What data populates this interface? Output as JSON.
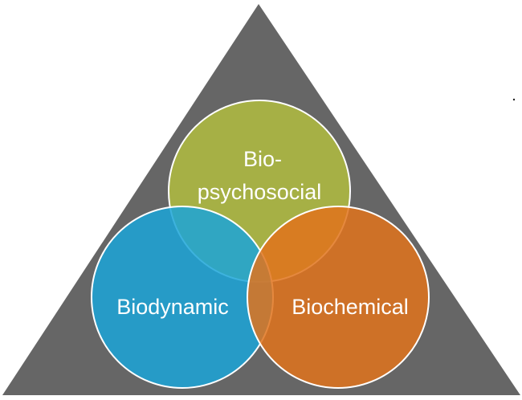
{
  "diagram": {
    "colors": {
      "triangle": "#666666",
      "biopsychosocial": "#b2bd3f",
      "biodynamic": "#1ba4d8",
      "biochemical": "#e0731c",
      "circle_outline": "#ffffff"
    },
    "circles": [
      {
        "id": "biopsychosocial",
        "lines": [
          "Bio-",
          "psychosocial"
        ]
      },
      {
        "id": "biodynamic",
        "lines": [
          "Biodynamic"
        ]
      },
      {
        "id": "biochemical",
        "lines": [
          "Biochemical"
        ]
      }
    ]
  }
}
